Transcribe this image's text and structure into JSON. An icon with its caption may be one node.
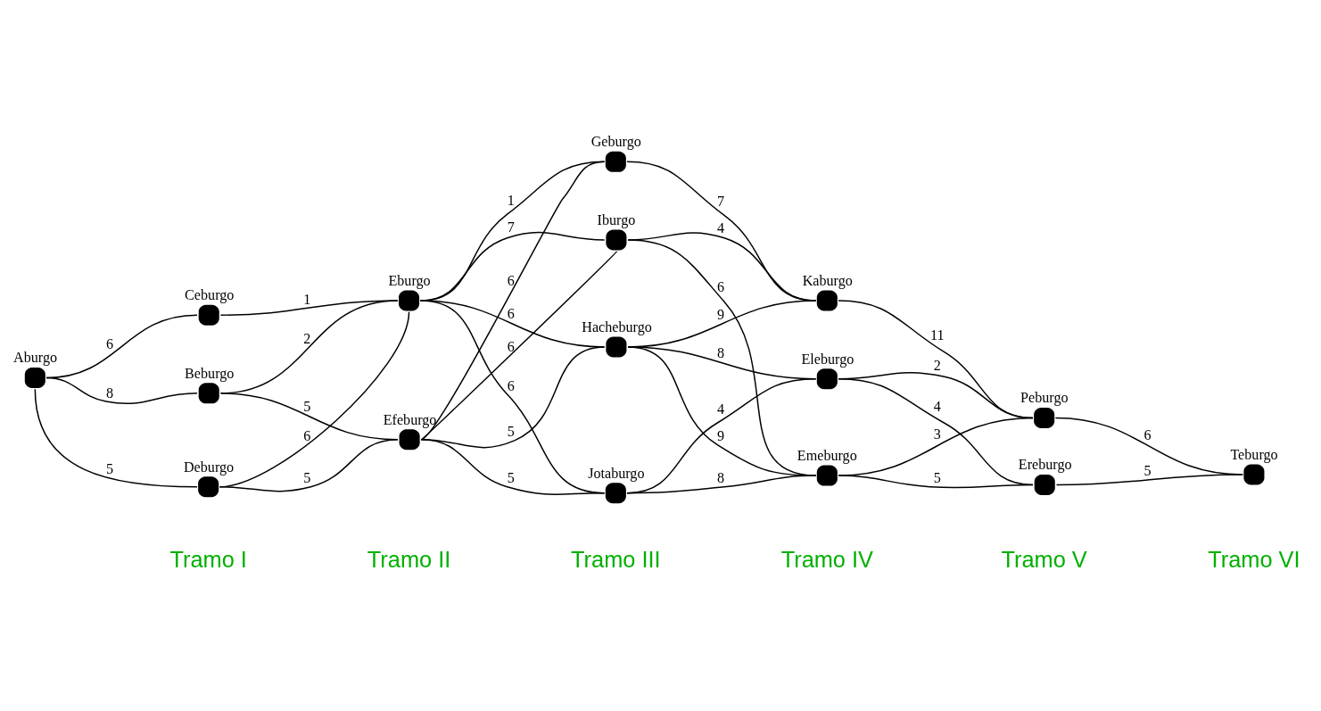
{
  "diagram": {
    "nodes": [
      {
        "text": [
          "Aburgo"
        ]
      },
      {
        "text": [
          "Beburgo"
        ]
      },
      {
        "text": [
          "Ceburgo"
        ]
      },
      {
        "text": [
          "Deburgo"
        ]
      },
      {
        "text": [
          "Eburgo"
        ]
      },
      {
        "text": [
          "Efeburgo"
        ]
      },
      {
        "text": [
          "Geburgo"
        ]
      },
      {
        "text": [
          "Hacheburgo"
        ]
      },
      {
        "text": [
          "Iburgo"
        ]
      },
      {
        "text": [
          "Jotaburgo"
        ]
      },
      {
        "text": [
          "Kaburgo"
        ]
      },
      {
        "text": [
          "Eleburgo"
        ]
      },
      {
        "text": [
          "Emeburgo"
        ]
      },
      {
        "text": [
          "Peburgo"
        ]
      },
      {
        "text": [
          "Ereburgo"
        ]
      },
      {
        "text": [
          "Teburgo"
        ]
      }
    ],
    "edges": [
      {
        "from": 0,
        "to": 1,
        "arrow": "none",
        "label": "8"
      },
      {
        "from": 0,
        "to": 2,
        "arrow": "none",
        "label": "6"
      },
      {
        "from": 0,
        "to": 3,
        "arrow": "none",
        "label": "5"
      },
      {
        "from": 1,
        "to": 4,
        "arrow": "none",
        "label": "2"
      },
      {
        "from": 1,
        "to": 5,
        "arrow": "none",
        "label": "5"
      },
      {
        "from": 2,
        "to": 4,
        "arrow": "none",
        "label": "1"
      },
      {
        "from": 3,
        "to": 4,
        "arrow": "none",
        "label": "6"
      },
      {
        "from": 3,
        "to": 5,
        "arrow": "none",
        "label": "5"
      },
      {
        "from": 4,
        "to": 6,
        "arrow": "none",
        "label": "1"
      },
      {
        "from": 4,
        "to": 7,
        "arrow": "none",
        "label": "6"
      },
      {
        "from": 4,
        "to": 8,
        "arrow": "none",
        "label": "7"
      },
      {
        "from": 4,
        "to": 9,
        "arrow": "none",
        "label": "6"
      },
      {
        "from": 5,
        "to": 6,
        "arrow": "none",
        "label": "6"
      },
      {
        "from": 5,
        "to": 7,
        "arrow": "none",
        "label": "5"
      },
      {
        "from": 5,
        "to": 8,
        "arrow": "none",
        "label": "6"
      },
      {
        "from": 5,
        "to": 9,
        "arrow": "none",
        "label": "5"
      },
      {
        "from": 6,
        "to": 10,
        "arrow": "none",
        "label": "7"
      },
      {
        "from": 7,
        "to": 10,
        "arrow": "none",
        "label": "9"
      },
      {
        "from": 7,
        "to": 11,
        "arrow": "none",
        "label": "8"
      },
      {
        "from": 7,
        "to": 12,
        "arrow": "none",
        "label": "9"
      },
      {
        "from": 8,
        "to": 10,
        "arrow": "none",
        "label": "4"
      },
      {
        "from": 8,
        "to": 12,
        "arrow": "none",
        "label": "6"
      },
      {
        "from": 9,
        "to": 11,
        "arrow": "none",
        "label": "4"
      },
      {
        "from": 9,
        "to": 12,
        "arrow": "none",
        "label": "8"
      },
      {
        "from": 10,
        "to": 13,
        "arrow": "none",
        "label": "11"
      },
      {
        "from": 11,
        "to": 13,
        "arrow": "none",
        "label": "2"
      },
      {
        "from": 11,
        "to": 14,
        "arrow": "none",
        "label": "4"
      },
      {
        "from": 12,
        "to": 13,
        "arrow": "none",
        "label": "3"
      },
      {
        "from": 12,
        "to": 14,
        "arrow": "none",
        "label": "5"
      },
      {
        "from": 13,
        "to": 15,
        "arrow": "none",
        "label": "6"
      },
      {
        "from": 14,
        "to": 15,
        "arrow": "none",
        "label": "5"
      }
    ],
    "labels": [
      "Tramo I",
      "Tramo II",
      "Tramo III",
      "Tramo IV",
      "Tramo V",
      "Tramo VI"
    ]
  }
}
